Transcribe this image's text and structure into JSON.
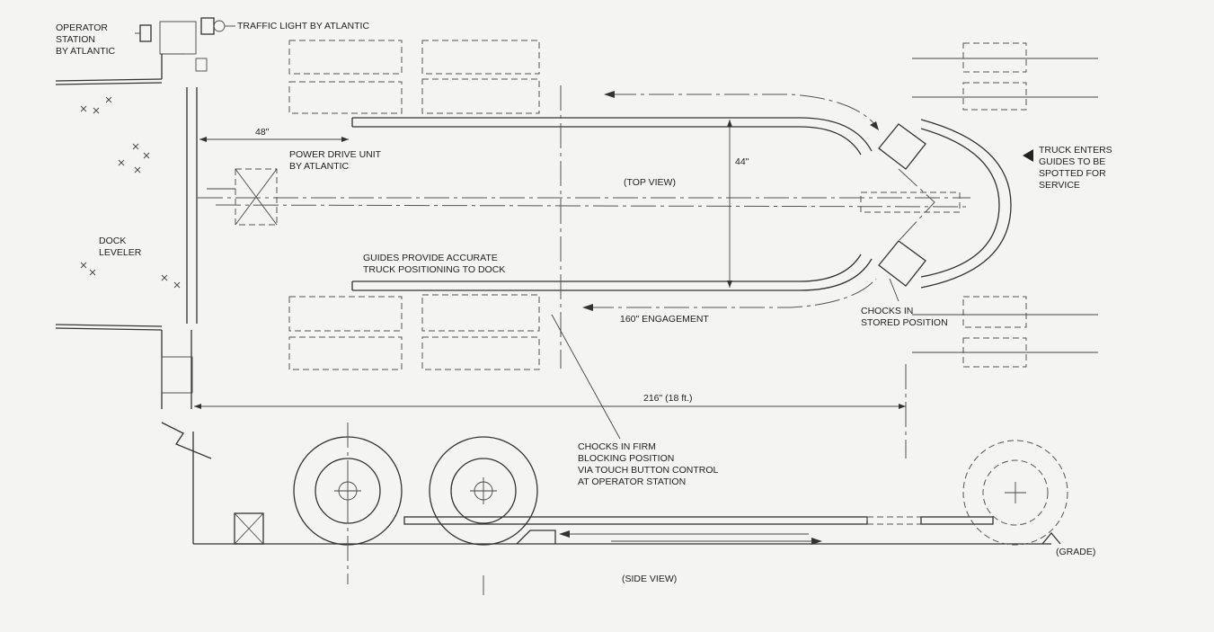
{
  "labels": {
    "operator_station": [
      "OPERATOR",
      "STATION",
      "BY ATLANTIC"
    ],
    "traffic_light": "TRAFFIC LIGHT BY ATLANTIC",
    "dim_48": "48\"",
    "power_drive": [
      "POWER DRIVE UNIT",
      "BY ATLANTIC"
    ],
    "top_view": "(TOP VIEW)",
    "dim_44": "44\"",
    "truck_enters": [
      "TRUCK ENTERS",
      "GUIDES TO BE",
      "SPOTTED FOR",
      "SERVICE"
    ],
    "dock_leveler": [
      "DOCK",
      "LEVELER"
    ],
    "guides": [
      "GUIDES PROVIDE ACCURATE",
      "TRUCK POSITIONING TO DOCK"
    ],
    "engagement": "160\" ENGAGEMENT",
    "chocks_stored": [
      "CHOCKS IN",
      "STORED POSITION"
    ],
    "dim_216": "216\" (18 ft.)",
    "chocks_firm": [
      "CHOCKS IN FIRM",
      "BLOCKING POSITION",
      "VIA TOUCH BUTTON CONTROL",
      "AT OPERATOR STATION"
    ],
    "grade": "(GRADE)",
    "side_view": "(SIDE VIEW)"
  }
}
